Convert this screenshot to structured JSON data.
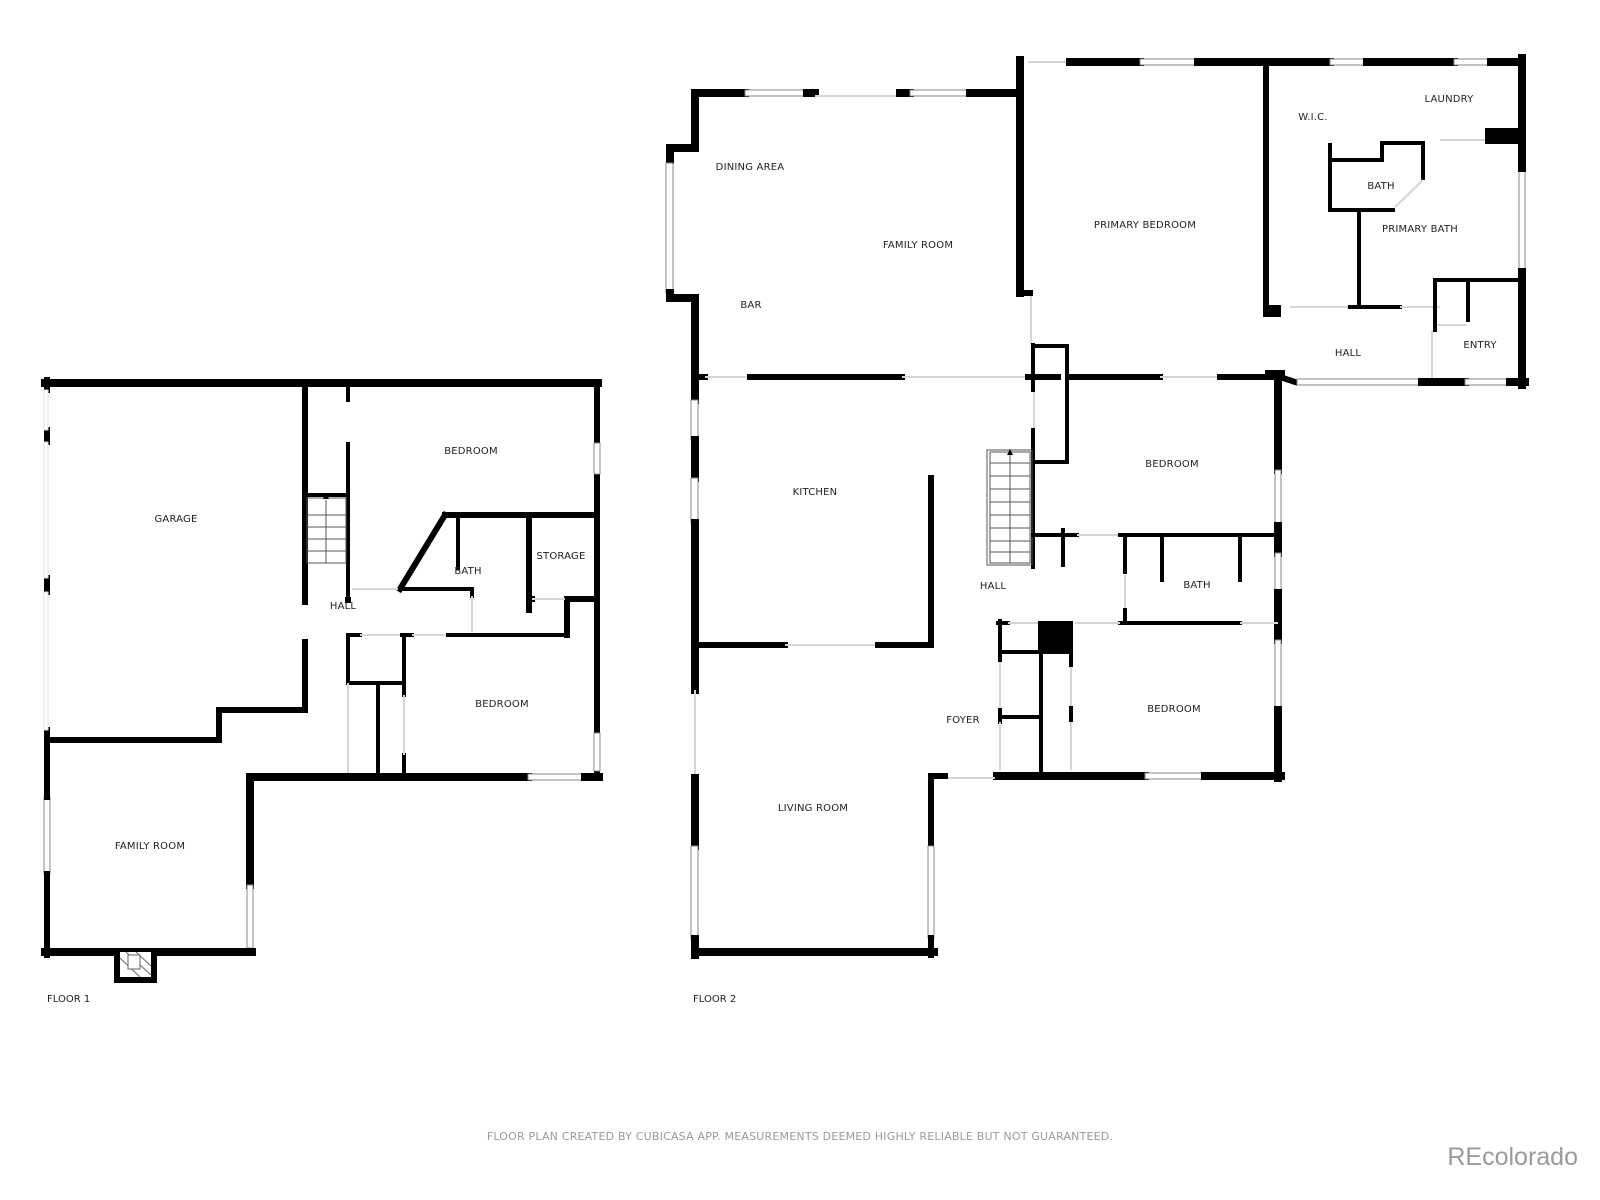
{
  "floors": [
    {
      "label": "FLOOR 1",
      "rooms": {
        "garage": "GARAGE",
        "bedroom_top": "BEDROOM",
        "bath": "BATH",
        "storage": "STORAGE",
        "hall": "HALL",
        "bedroom_bottom": "BEDROOM",
        "family_room": "FAMILY ROOM"
      }
    },
    {
      "label": "FLOOR 2",
      "rooms": {
        "dining_area": "DINING AREA",
        "family_room": "FAMILY ROOM",
        "bar": "BAR",
        "primary_bedroom": "PRIMARY BEDROOM",
        "wic": "W.I.C.",
        "laundry": "LAUNDRY",
        "bath_small": "BATH",
        "primary_bath": "PRIMARY BATH",
        "hall_upper": "HALL",
        "entry": "ENTRY",
        "kitchen": "KITCHEN",
        "hall": "HALL",
        "bedroom_top": "BEDROOM",
        "bath": "BATH",
        "bedroom_bottom": "BEDROOM",
        "foyer": "FOYER",
        "living_room": "LIVING ROOM"
      }
    }
  ],
  "footer": {
    "disclaimer": "FLOOR PLAN CREATED BY CUBICASA APP. MEASUREMENTS DEEMED HIGHLY RELIABLE BUT NOT GUARANTEED.",
    "brand": "REcolorado"
  },
  "colors": {
    "wall": "#000000",
    "footer_text": "#9a9a9a",
    "background": "#ffffff"
  }
}
